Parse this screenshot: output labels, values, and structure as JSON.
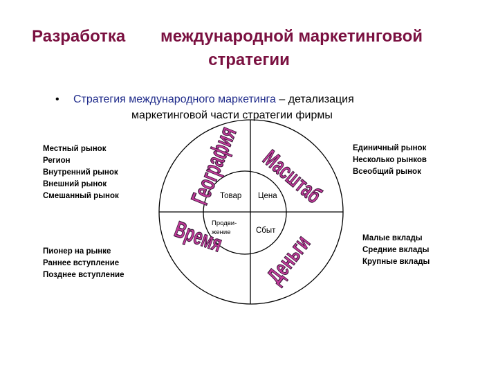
{
  "title": {
    "line1_word1": "Разработка",
    "line1_word2": "международной маркетинговой",
    "line2": "стратегии"
  },
  "bullet": {
    "marker": "•",
    "highlight": "Стратегия международного маркетинга",
    "rest_line1": " – детализация",
    "line2": "маркетинговой части стратегии фирмы"
  },
  "lists": {
    "top_left": [
      "Местный рынок",
      "Регион",
      "Внутренний рынок",
      "Внешний рынок",
      "Смешанный  рынок"
    ],
    "top_right": [
      "Единичный рынок",
      "Несколько рынков",
      "Всеобщий рынок"
    ],
    "bottom_left": [
      "Пионер  на рынке",
      "Раннее вступление",
      "Позднее вступление"
    ],
    "bottom_right": [
      "Малые вклады",
      "Средние вклады",
      "Крупные вклады"
    ]
  },
  "diagram": {
    "ring_labels": {
      "geography": "География",
      "scale": "Масштаб",
      "time": "Время",
      "money": "Деньги"
    },
    "center_cells": {
      "product": "Товар",
      "price": "Цена",
      "promotion_line1": "Продви-",
      "promotion_line2": "жение",
      "sales": "Сбыт"
    },
    "colors": {
      "ring_text_fill": "#c23a9a",
      "ring_text_stroke": "#3a1a3a",
      "title": "#7a1040",
      "highlight": "#1e2a8a"
    }
  }
}
